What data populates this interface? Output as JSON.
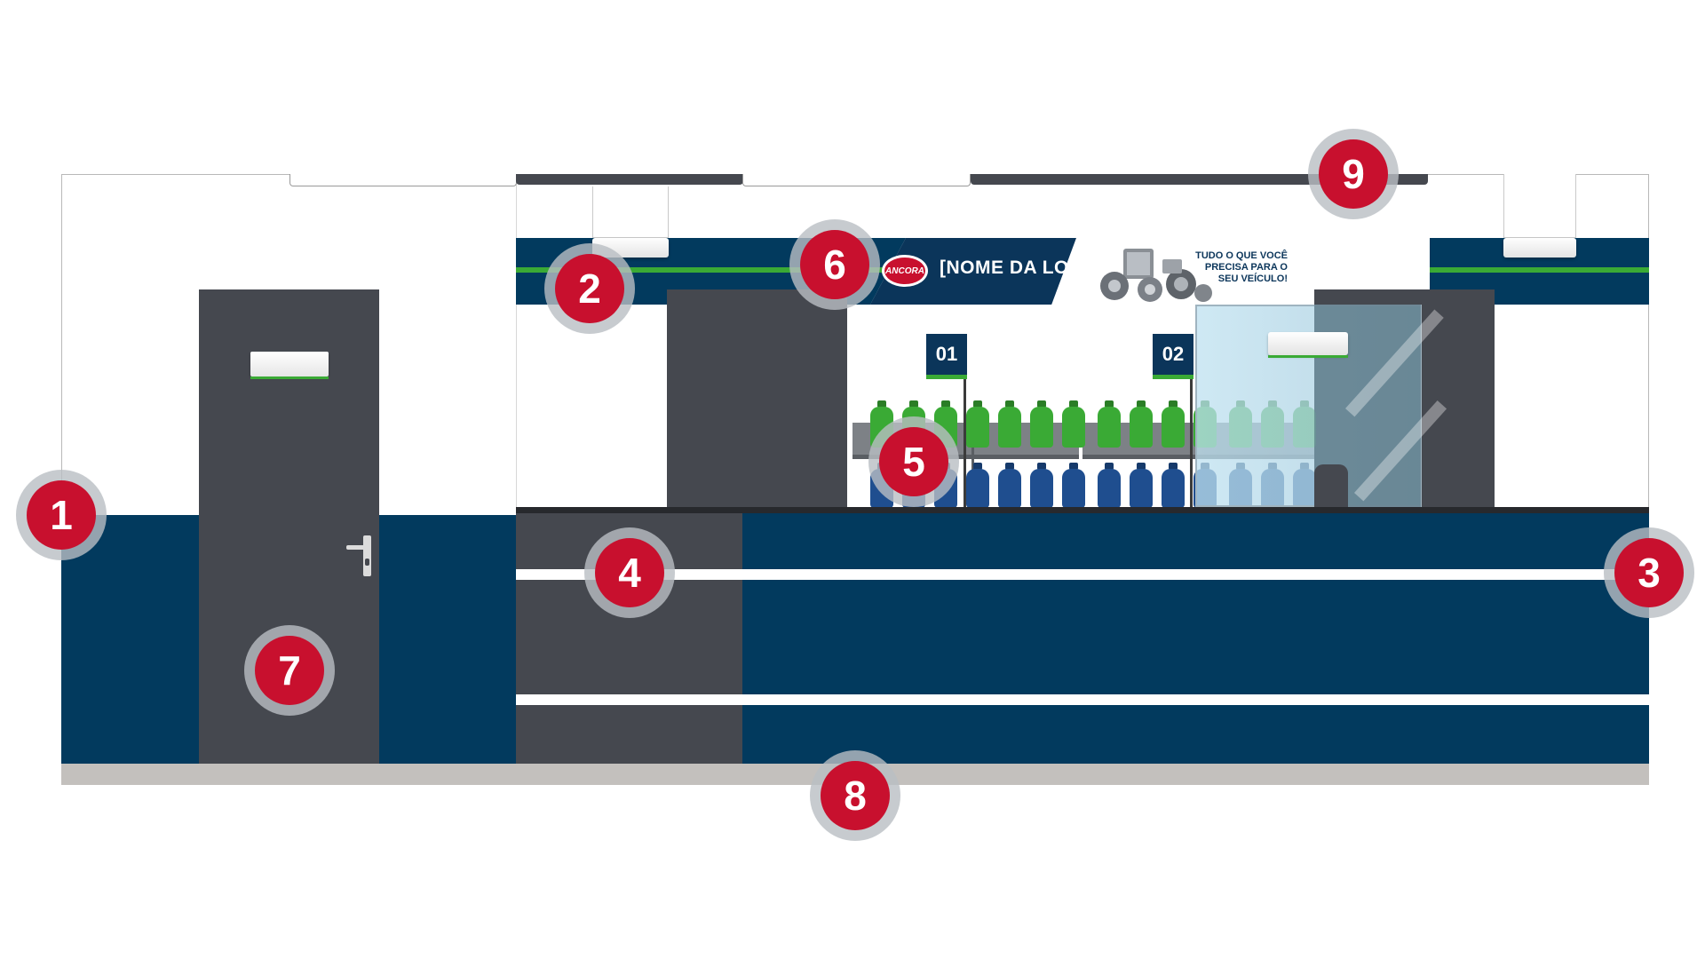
{
  "banner": {
    "logo_text": "ANCORA",
    "store_name": "[NOME DA LOJA]",
    "tagline": "TUDO O QUE VOCÊ PRECISA PARA O SEU VEÍCULO!"
  },
  "shelf_signs": [
    {
      "label": "01"
    },
    {
      "label": "02"
    }
  ],
  "markers": [
    {
      "number": "1"
    },
    {
      "number": "2"
    },
    {
      "number": "3"
    },
    {
      "number": "4"
    },
    {
      "number": "5"
    },
    {
      "number": "6"
    },
    {
      "number": "7"
    },
    {
      "number": "8"
    },
    {
      "number": "9"
    }
  ],
  "colors": {
    "brand_navy": "#023a5e",
    "accent_green": "#3aaa35",
    "marker_red": "#c8102e",
    "wall_grey": "#45484f"
  },
  "icons": {
    "door_handle": "door-handle-icon",
    "logo": "ancora-logo-icon"
  }
}
